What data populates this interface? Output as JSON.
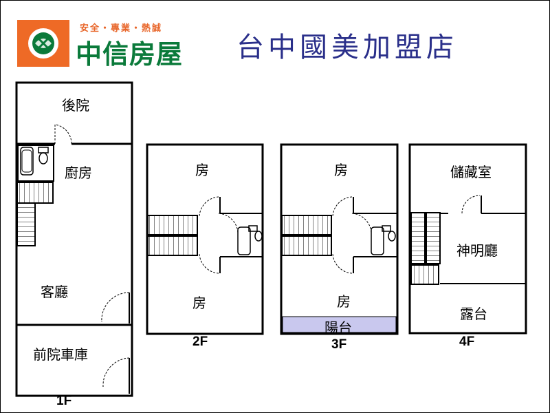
{
  "header": {
    "slogan": "安全・專業・熱誠",
    "brand": "中信房屋",
    "store": "台中國美加盟店"
  },
  "floors": {
    "f1": {
      "label": "1F",
      "rooms": {
        "backyard": "後院",
        "kitchen": "廚房",
        "living": "客廳",
        "garage": "前院車庫"
      }
    },
    "f2": {
      "label": "2F",
      "rooms": {
        "room_top": "房",
        "room_bottom": "房"
      }
    },
    "f3": {
      "label": "3F",
      "rooms": {
        "room_top": "房",
        "room_bottom": "房",
        "balcony": "陽台"
      }
    },
    "f4": {
      "label": "4F",
      "rooms": {
        "storage": "儲藏室",
        "shrine": "神明廳",
        "terrace": "露台"
      }
    }
  },
  "colors": {
    "brand_orange": "#ee6a26",
    "brand_green": "#0a7a3a",
    "store_blue": "#2a2f8a",
    "balcony_fill": "#c9c8ee"
  },
  "icons": [
    "company-logo-icon",
    "stairs-icon",
    "door-swing-icon",
    "bathtub-icon",
    "toilet-icon"
  ]
}
